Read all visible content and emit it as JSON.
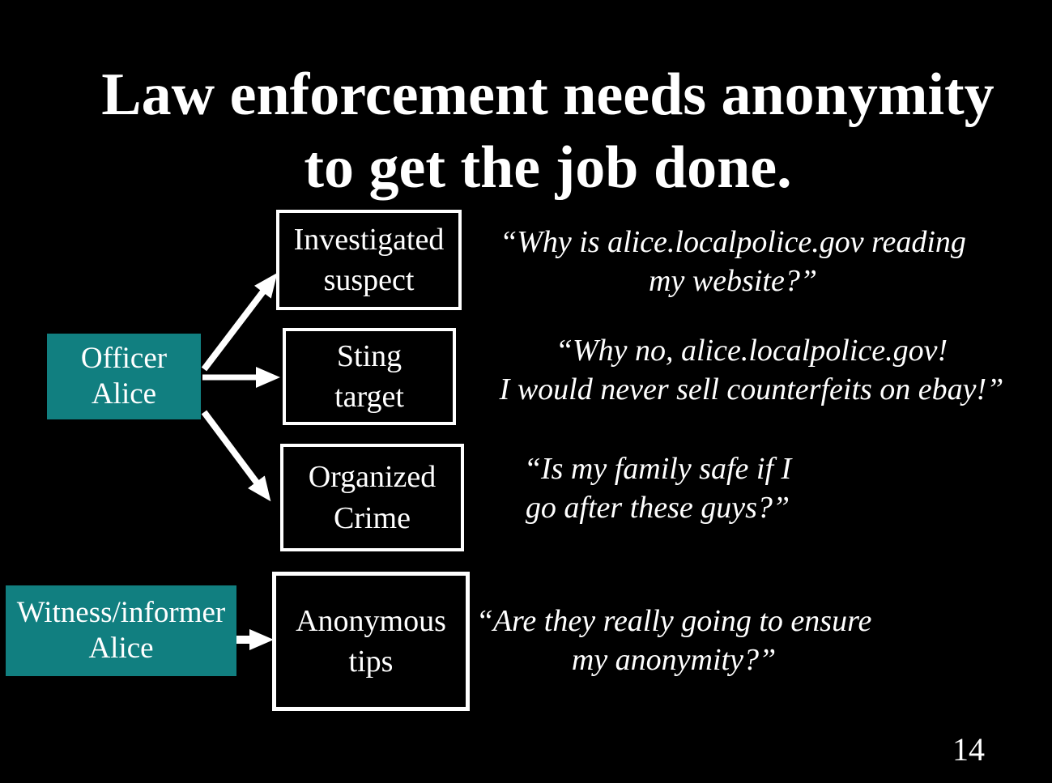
{
  "title": {
    "line1": "Law enforcement needs anonymity",
    "line2": "to get the job done."
  },
  "page_number": "14",
  "colors": {
    "background": "#000000",
    "text": "#ffffff",
    "actor_fill": "#117f80",
    "node_border": "#ffffff",
    "arrow": "#ffffff"
  },
  "actors": {
    "officer": {
      "line1": "Officer",
      "line2": "Alice"
    },
    "witness": {
      "line1": "Witness/informer",
      "line2": "Alice"
    }
  },
  "nodes": {
    "investigated": {
      "line1": "Investigated",
      "line2": "suspect"
    },
    "sting": {
      "line1": "Sting",
      "line2": "target"
    },
    "organized": {
      "line1": "Organized",
      "line2": "Crime"
    },
    "anonymous": {
      "line1": "Anonymous",
      "line2": "tips"
    }
  },
  "quotes": {
    "suspect": {
      "line1": "“Why is alice.localpolice.gov reading",
      "line2": "my website?”"
    },
    "sting": {
      "line1": "“Why no, alice.localpolice.gov!",
      "line2": "I would never sell counterfeits on ebay!”"
    },
    "crime": {
      "line1": "“Is my family safe if I",
      "line2": "go after these guys?”"
    },
    "tips": {
      "line1": "“Are they really going to ensure",
      "line2": "my anonymity?”"
    }
  }
}
